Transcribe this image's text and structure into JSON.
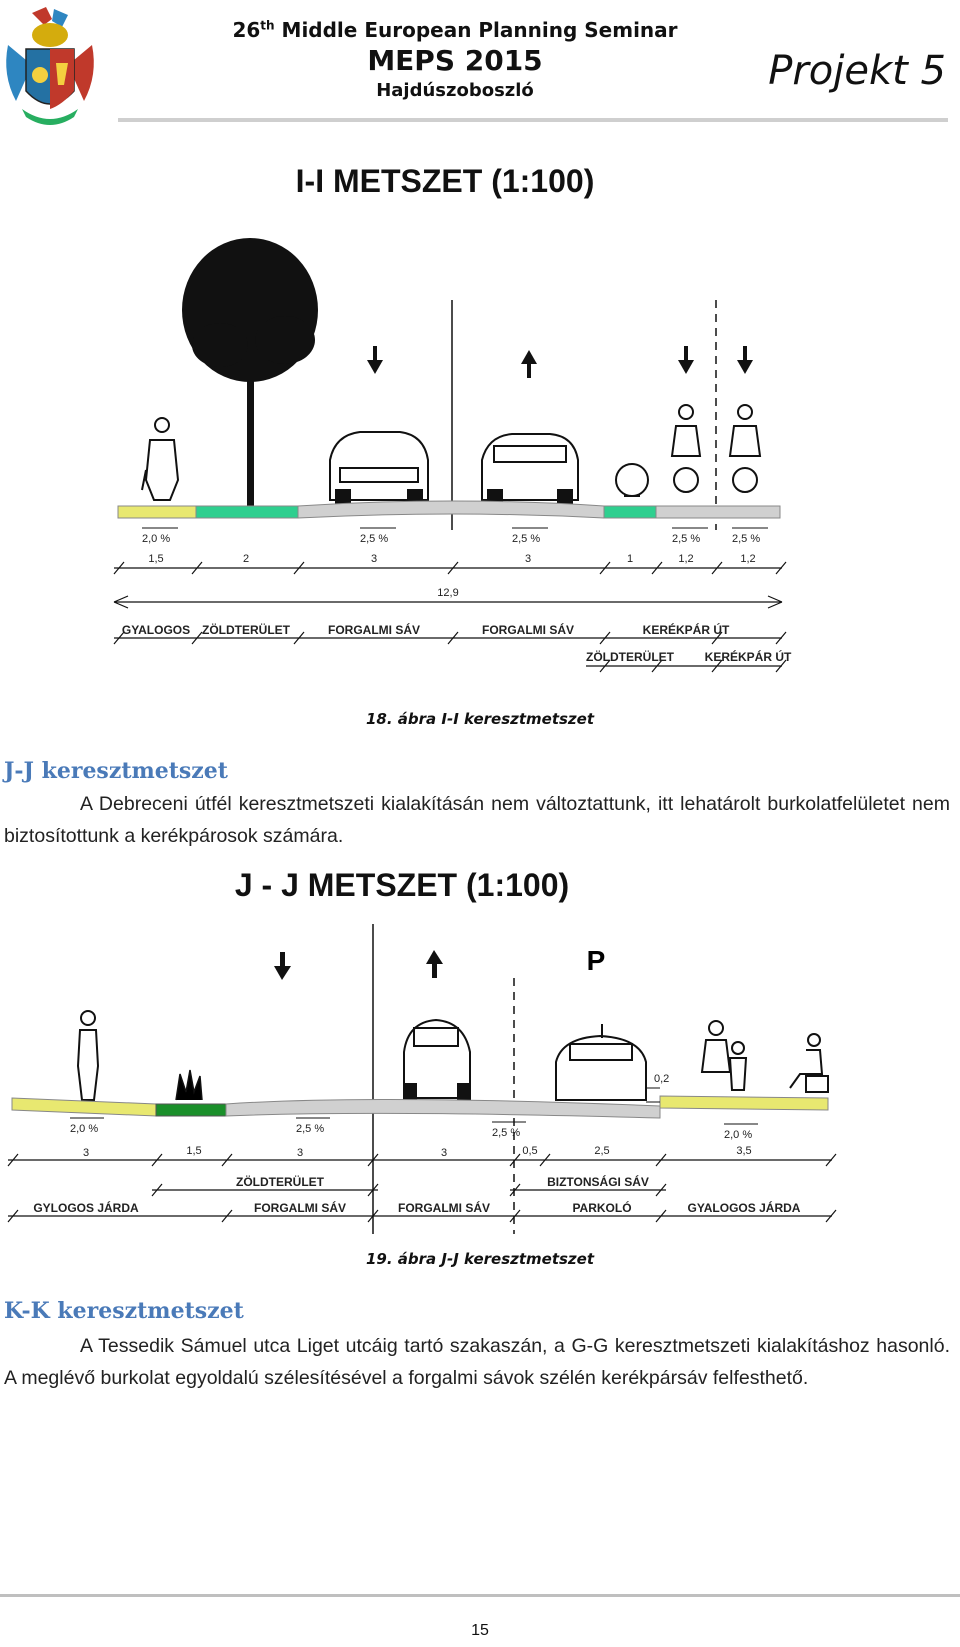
{
  "header": {
    "seminar_number": "26",
    "seminar_sup": "th",
    "seminar_rest": " Middle European Planning Seminar",
    "meps": "MEPS 2015",
    "city": "Hajdúszoboszló",
    "projekt": "Projekt 5"
  },
  "figure1": {
    "title": "I-I METSZET (1:100)",
    "slopes": [
      "2,0 %",
      "2,5 %",
      "2,5 %",
      "2,5 %",
      "2,5 %"
    ],
    "widths": [
      "1,5",
      "2",
      "3",
      "3",
      "1",
      "1,2",
      "1,2"
    ],
    "total": "12,9",
    "labels_top": [
      "GYALOGOS",
      "ZÖLDTERÜLET",
      "FORGALMI SÁV",
      "FORGALMI SÁV",
      "KERÉKPÁR ÚT"
    ],
    "labels_bottom": [
      "ZÖLDTERÜLET",
      "KERÉKPÁR ÚT"
    ],
    "caption": "18. ábra I-I keresztmetszet"
  },
  "section_jj": {
    "heading": "J-J keresztmetszet",
    "text": "A Debreceni útfél keresztmetszeti kialakításán nem változtattunk, itt lehatárolt burkolatfelületet nem biztosítottunk a kerékpárosok számára."
  },
  "figure2": {
    "title": "J - J METSZET (1:100)",
    "parking_sign": "P",
    "curb": "0,2",
    "slopes": [
      "2,0 %",
      "2,5 %",
      "2,5 %",
      "2,0 %"
    ],
    "widths": [
      "3",
      "1,5",
      "3",
      "3",
      "0,5",
      "2,5",
      "3,5"
    ],
    "labels_upper": [
      "ZÖLDTERÜLET",
      "BIZTONSÁGI SÁV"
    ],
    "labels_lower": [
      "GYLOGOS JÁRDA",
      "FORGALMI SÁV",
      "FORGALMI SÁV",
      "PARKOLÓ",
      "GYALOGOS JÁRDA"
    ],
    "caption": "19. ábra J-J keresztmetszet"
  },
  "section_kk": {
    "heading": "K-K keresztmetszet",
    "text": "A Tessedik Sámuel utca Liget utcáig tartó szakaszán, a G-G keresztmetszeti kialakításhoz hasonló. A meglévő burkolat egyoldalú szélesítésével a forgalmi sávok szélén kerékpársáv felfesthető."
  },
  "footer": {
    "page_number": "15"
  },
  "colors": {
    "heading": "#4a7ab8",
    "green": "#2fcf8f",
    "yellow": "#e8e870",
    "darkgreen": "#1a8f2a"
  }
}
